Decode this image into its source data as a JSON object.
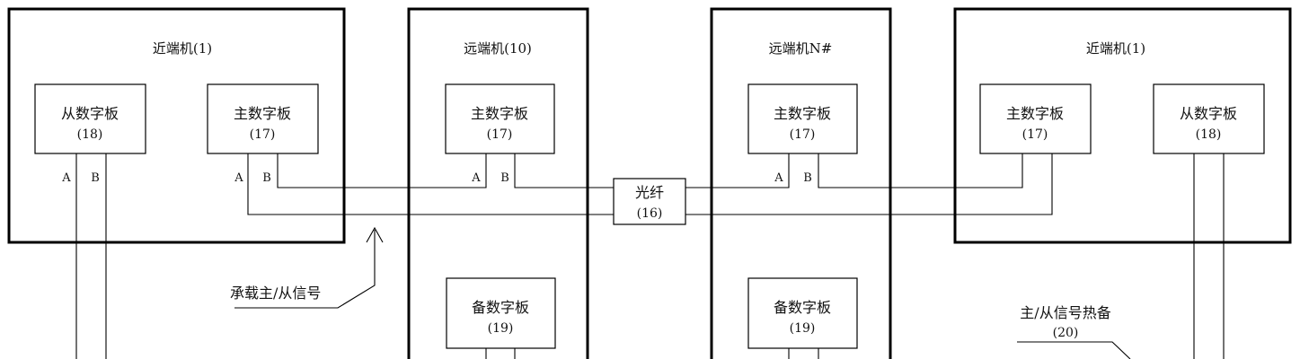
{
  "machines": {
    "near_left": {
      "title": "近端机(1)"
    },
    "remote_10": {
      "title": "远端机(10)"
    },
    "remote_n": {
      "title": "远端机N#"
    },
    "near_right": {
      "title": "近端机(1)"
    }
  },
  "boards": {
    "slave": {
      "label": "从数字板",
      "number": "(18)"
    },
    "master": {
      "label": "主数字板",
      "number": "(17)"
    },
    "backup": {
      "label": "备数字板",
      "number": "(19)"
    },
    "fiber": {
      "label": "光纤",
      "number": "(16)"
    }
  },
  "ports": {
    "a": "A",
    "b": "B"
  },
  "annotations": {
    "carry_signal": "承载主/从信号",
    "hot_standby": "主/从信号热备",
    "hot_standby_number": "(20)"
  }
}
